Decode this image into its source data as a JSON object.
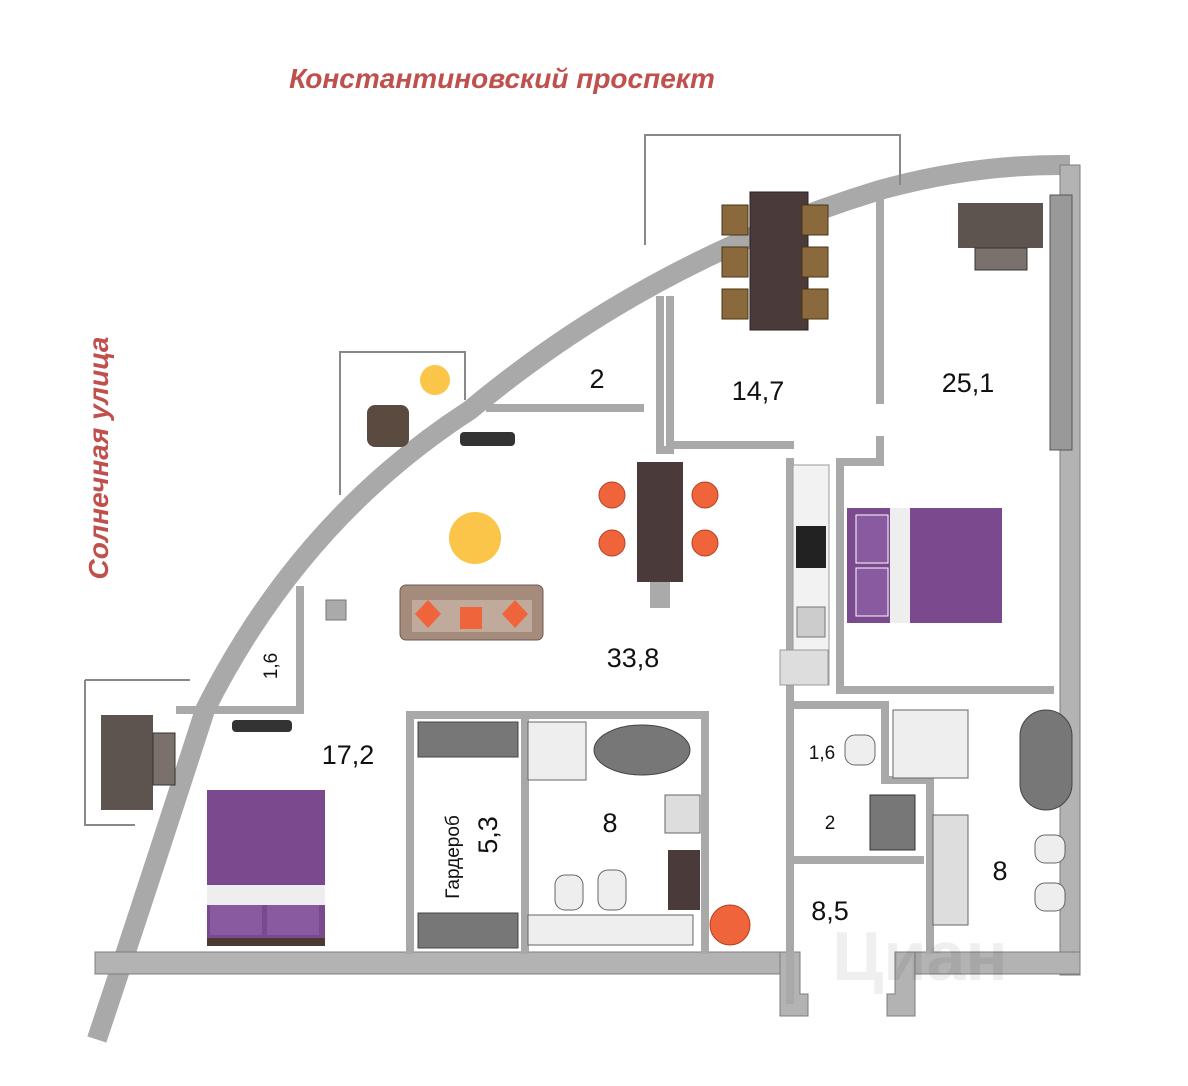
{
  "streets": {
    "top": "Константиновский проспект",
    "left": "Солнечная улица"
  },
  "rooms": {
    "hall_small": "2",
    "kitchen_dining": "14,7",
    "bedroom_master": "25,1",
    "living": "33,8",
    "closet_small": "1,6",
    "bedroom_second": "17,2",
    "wardrobe_name": "Гардероб",
    "wardrobe_area": "5,3",
    "bathroom_left": "8",
    "wc": "1,6",
    "laundry": "2",
    "entrance": "8,5",
    "bathroom_right": "8"
  },
  "watermark": "Циан",
  "colors": {
    "street_label": "#c0504d",
    "wall": "#b3b3b3",
    "bed": "#7b4a8e",
    "accent_chair": "#f0643c",
    "lamp": "#fbc54a"
  }
}
